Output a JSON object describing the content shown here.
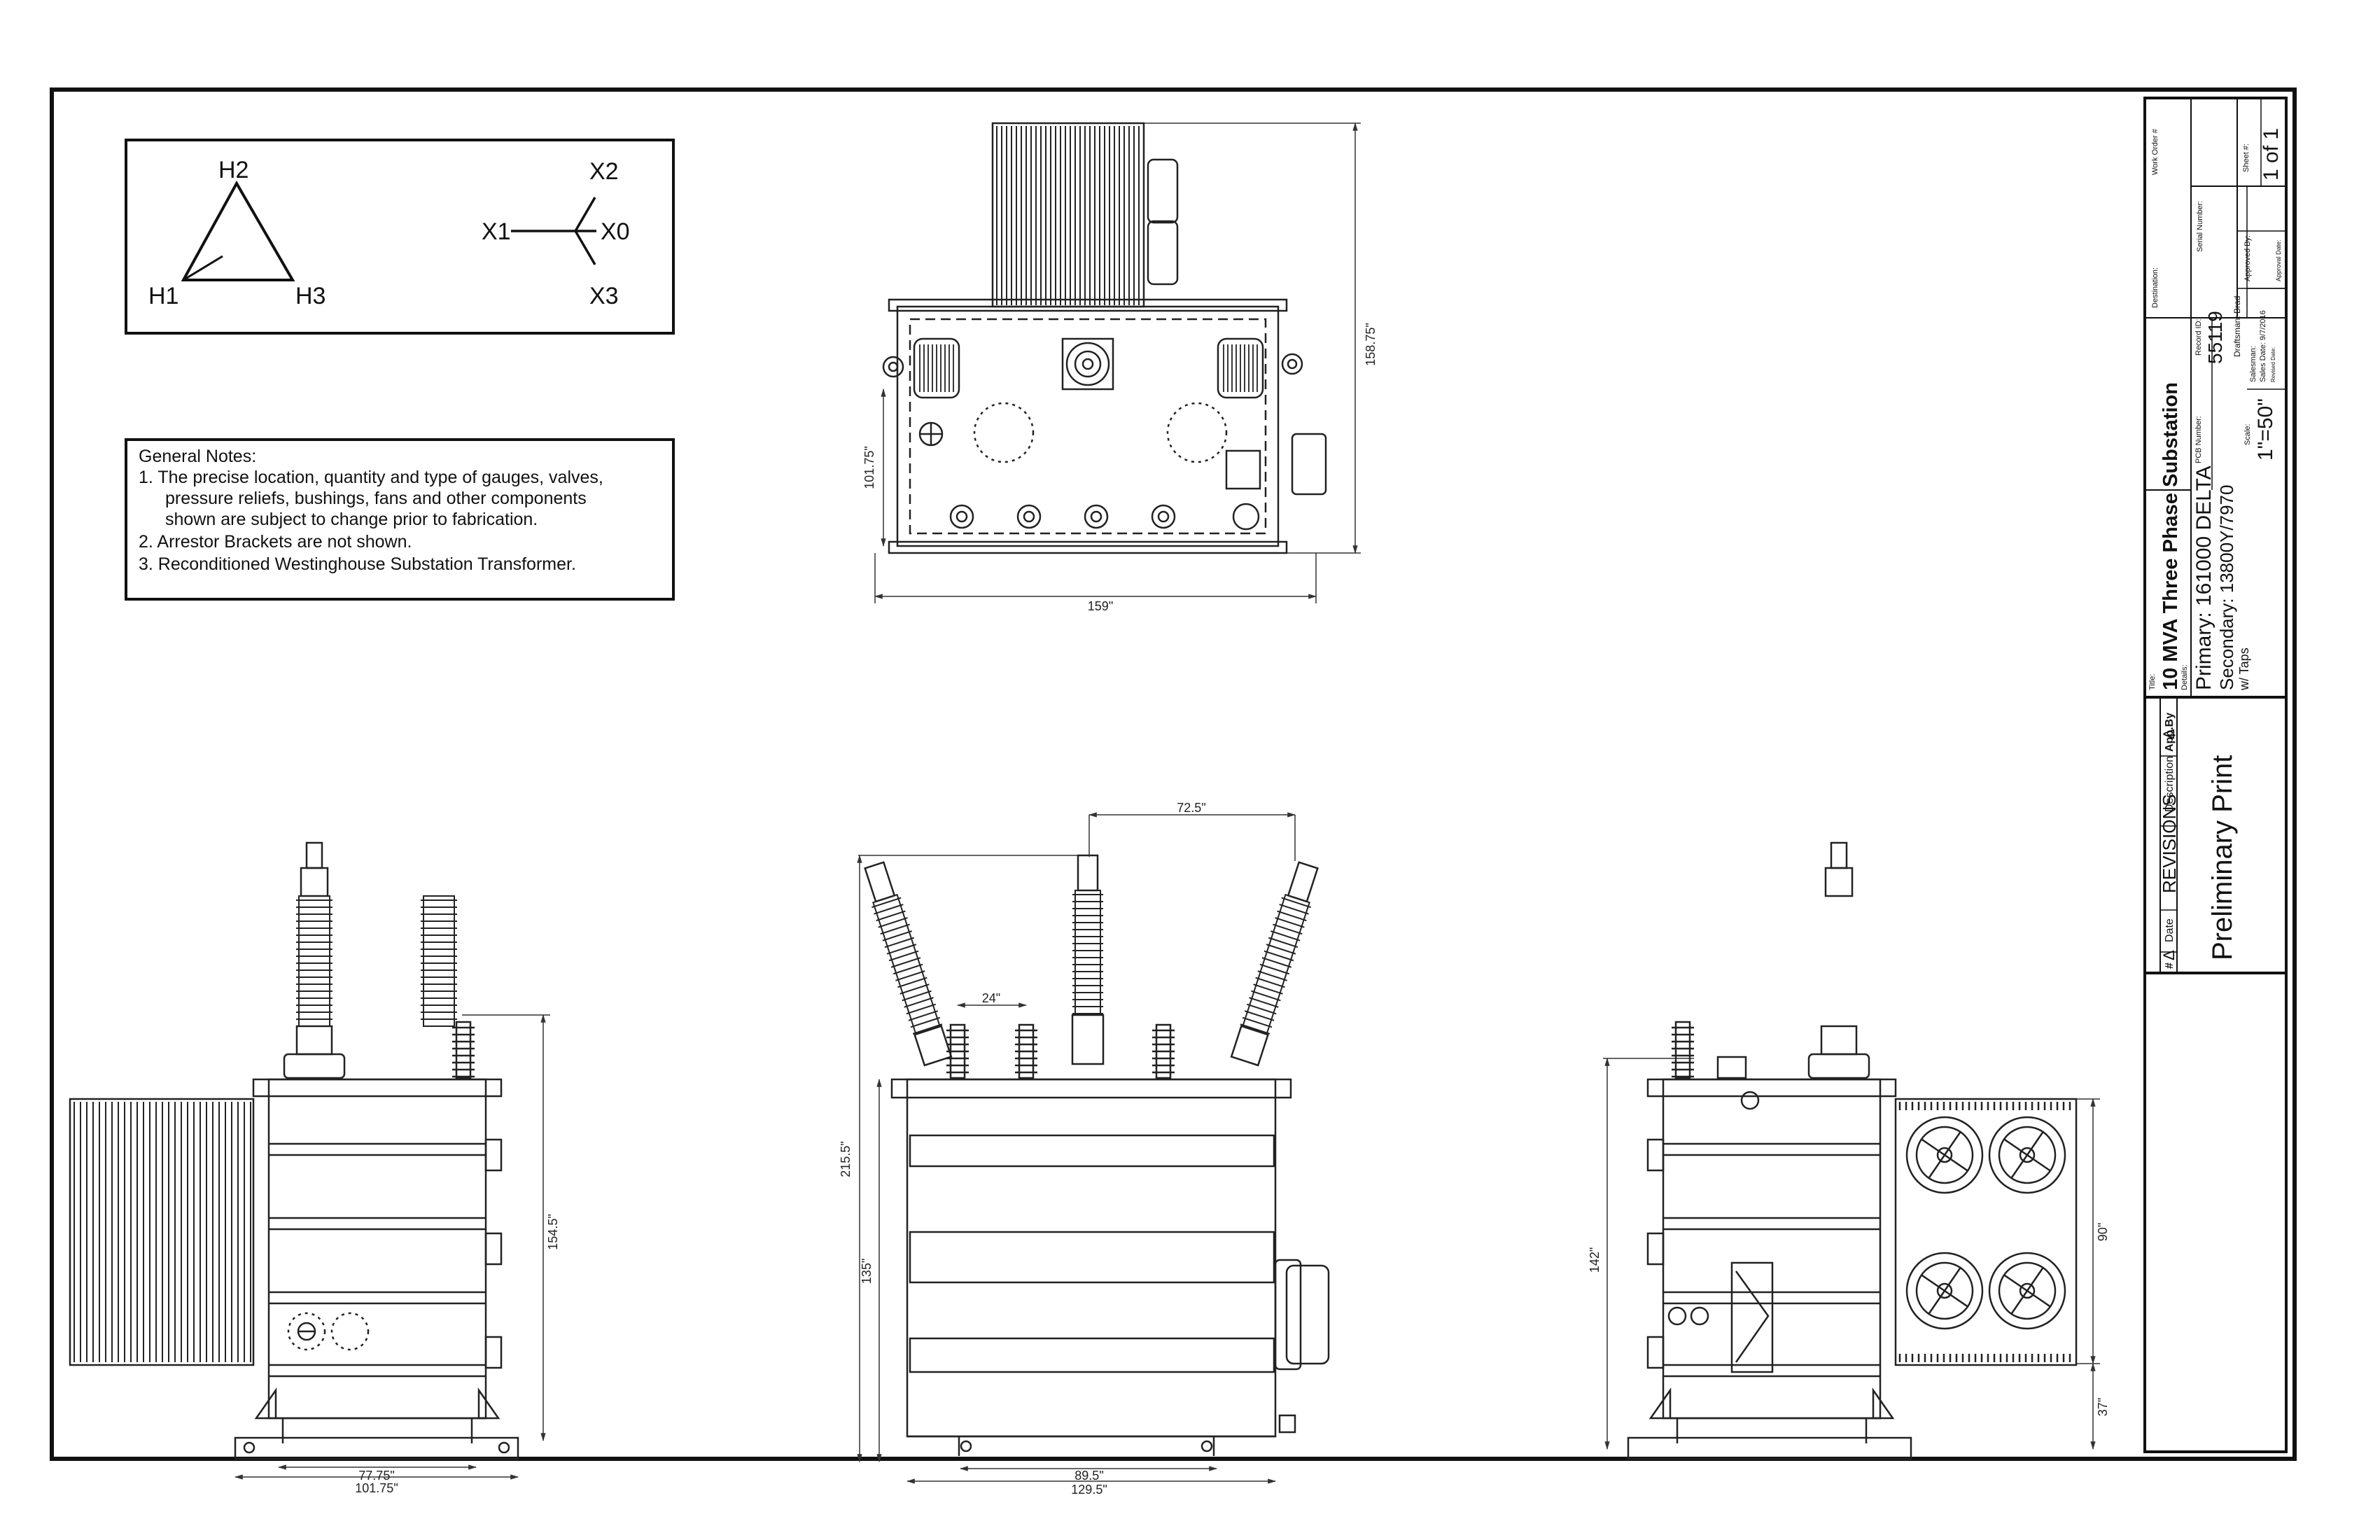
{
  "wiring": {
    "primary_labels": [
      "H2",
      "H1",
      "H3"
    ],
    "secondary_labels": [
      "X2",
      "X1",
      "X0",
      "X3"
    ]
  },
  "notes": {
    "heading": "General Notes:",
    "items": [
      "1.   The precise location, quantity and type of gauges, valves,",
      "pressure reliefs, bushings, fans and other components",
      "shown are subject to change prior to fabrication.",
      "2.   Arrestor Brackets are not shown.",
      "3.   Reconditioned Westinghouse Substation Transformer."
    ]
  },
  "dimensions": {
    "top_height": "101.75\"",
    "top_overall": "158.75\"",
    "top_width": "159\"",
    "left_height": "154.5\"",
    "left_base_inner": "77.75\"",
    "left_base_outer": "101.75\"",
    "front_bushing_spacing": "72.5\"",
    "front_arrester_spacing": "24\"",
    "front_total_height": "215.5\"",
    "front_tank_height": "135\"",
    "front_base_inner": "89.5\"",
    "front_base_outer": "129.5\"",
    "right_height": "142\"",
    "right_radiator": "90\"",
    "right_base": "37\""
  },
  "title_block": {
    "work_order_label": "Work Order #",
    "serial_label": "Serial Number:",
    "sheet_label": "Sheet #:",
    "sheet_value": "1 of 1",
    "approved_label": "Approved By:",
    "approval_date_label": "Approval Date:",
    "destination_label": "Destination:",
    "record_label": "Record ID:",
    "record_value": "55119",
    "pcb_label": "PCB Number:",
    "draftsman": "Draftsman: Brad",
    "salesman": "Salesman:",
    "sales_date": "Sales Date: 9/7/2016",
    "revised_date": "Revised Date:",
    "scale_label": "Scale:",
    "scale_value": "1\"=50\"",
    "title_label": "Title:",
    "title": "10 MVA Three Phase Substation",
    "details_label": "Details:",
    "primary": "Primary: 161000 DELTA",
    "secondary": "Secondary: 13800Y/7970",
    "taps": "w/ Taps",
    "revisions_header": "REVISIONS",
    "rev_cols": [
      "#",
      "Date",
      "Description",
      "App.By"
    ],
    "delta": "Δ",
    "stamp": "Preliminary Print"
  }
}
